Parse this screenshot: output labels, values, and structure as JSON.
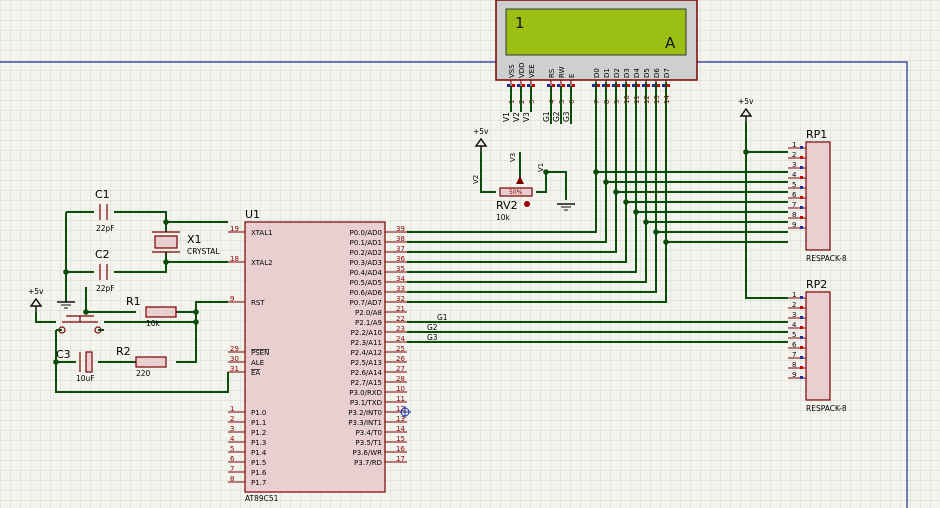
{
  "lcd": {
    "line1": "1",
    "char": "A",
    "pin_names": [
      "VSS",
      "VDD",
      "VEE",
      "RS",
      "RW",
      "E",
      "D0",
      "D1",
      "D2",
      "D3",
      "D4",
      "D5",
      "D6",
      "D7"
    ],
    "pin_nums": [
      "1",
      "2",
      "3",
      "4",
      "5",
      "6",
      "7",
      "8",
      "9",
      "10",
      "11",
      "12",
      "13",
      "14"
    ],
    "wire_labels": [
      "V1",
      "V2",
      "V3",
      "G1",
      "G2",
      "G3"
    ]
  },
  "mcu": {
    "ref": "U1",
    "part": "AT89C51",
    "left_pins": [
      {
        "name": "XTAL1",
        "num": "19"
      },
      {
        "name": "XTAL2",
        "num": "18"
      },
      {
        "name": "RST",
        "num": "9"
      },
      {
        "name": "PSEN",
        "num": "29"
      },
      {
        "name": "ALE",
        "num": "30"
      },
      {
        "name": "EA",
        "num": "31"
      },
      {
        "name": "P1.0",
        "num": "1"
      },
      {
        "name": "P1.1",
        "num": "2"
      },
      {
        "name": "P1.2",
        "num": "3"
      },
      {
        "name": "P1.3",
        "num": "4"
      },
      {
        "name": "P1.4",
        "num": "5"
      },
      {
        "name": "P1.5",
        "num": "6"
      },
      {
        "name": "P1.6",
        "num": "7"
      },
      {
        "name": "P1.7",
        "num": "8"
      }
    ],
    "right_pins": [
      {
        "name": "P0.0/AD0",
        "num": "39"
      },
      {
        "name": "P0.1/AD1",
        "num": "38"
      },
      {
        "name": "P0.2/AD2",
        "num": "37"
      },
      {
        "name": "P0.3/AD3",
        "num": "36"
      },
      {
        "name": "P0.4/AD4",
        "num": "35"
      },
      {
        "name": "P0.5/AD5",
        "num": "34"
      },
      {
        "name": "P0.6/AD6",
        "num": "33"
      },
      {
        "name": "P0.7/AD7",
        "num": "32"
      },
      {
        "name": "P2.0/A8",
        "num": "21"
      },
      {
        "name": "P2.1/A9",
        "num": "22"
      },
      {
        "name": "P2.2/A10",
        "num": "23"
      },
      {
        "name": "P2.3/A11",
        "num": "24"
      },
      {
        "name": "P2.4/A12",
        "num": "25"
      },
      {
        "name": "P2.5/A13",
        "num": "26"
      },
      {
        "name": "P2.6/A14",
        "num": "27"
      },
      {
        "name": "P2.7/A15",
        "num": "28"
      },
      {
        "name": "P3.0/RXD",
        "num": "10"
      },
      {
        "name": "P3.1/TXD",
        "num": "11"
      },
      {
        "name": "P3.2/INT0",
        "num": "12"
      },
      {
        "name": "P3.3/INT1",
        "num": "13"
      },
      {
        "name": "P3.4/T0",
        "num": "14"
      },
      {
        "name": "P3.5/T1",
        "num": "15"
      },
      {
        "name": "P3.6/WR",
        "num": "16"
      },
      {
        "name": "P3.7/RD",
        "num": "17"
      }
    ],
    "net_labels": [
      "G1",
      "G2",
      "G3"
    ]
  },
  "c1": {
    "ref": "C1",
    "val": "22pF"
  },
  "c2": {
    "ref": "C2",
    "val": "22pF"
  },
  "c3": {
    "ref": "C3",
    "val": "10uF"
  },
  "x1": {
    "ref": "X1",
    "val": "CRYSTAL"
  },
  "r1": {
    "ref": "R1",
    "val": "10k"
  },
  "r2": {
    "ref": "R2",
    "val": "220"
  },
  "rv2": {
    "ref": "RV2",
    "val": "10k",
    "pot": "50%",
    "v_labels": [
      "V3",
      "V2",
      "V1"
    ]
  },
  "power": {
    "label": "+5v"
  },
  "rp1": {
    "ref": "RP1",
    "part": "RESPACK-8",
    "pins": [
      "1",
      "2",
      "3",
      "4",
      "5",
      "6",
      "7",
      "8",
      "9"
    ]
  },
  "rp2": {
    "ref": "RP2",
    "part": "RESPACK-8",
    "pins": [
      "1",
      "2",
      "3",
      "4",
      "5",
      "6",
      "7",
      "8",
      "9"
    ]
  },
  "colors": {
    "wire": "#0b4d0b",
    "component": "#7a0000",
    "lcd_screen": "#9bbf13",
    "grid": "#d6d6cc",
    "sheet_border": "#1f2a9e"
  }
}
